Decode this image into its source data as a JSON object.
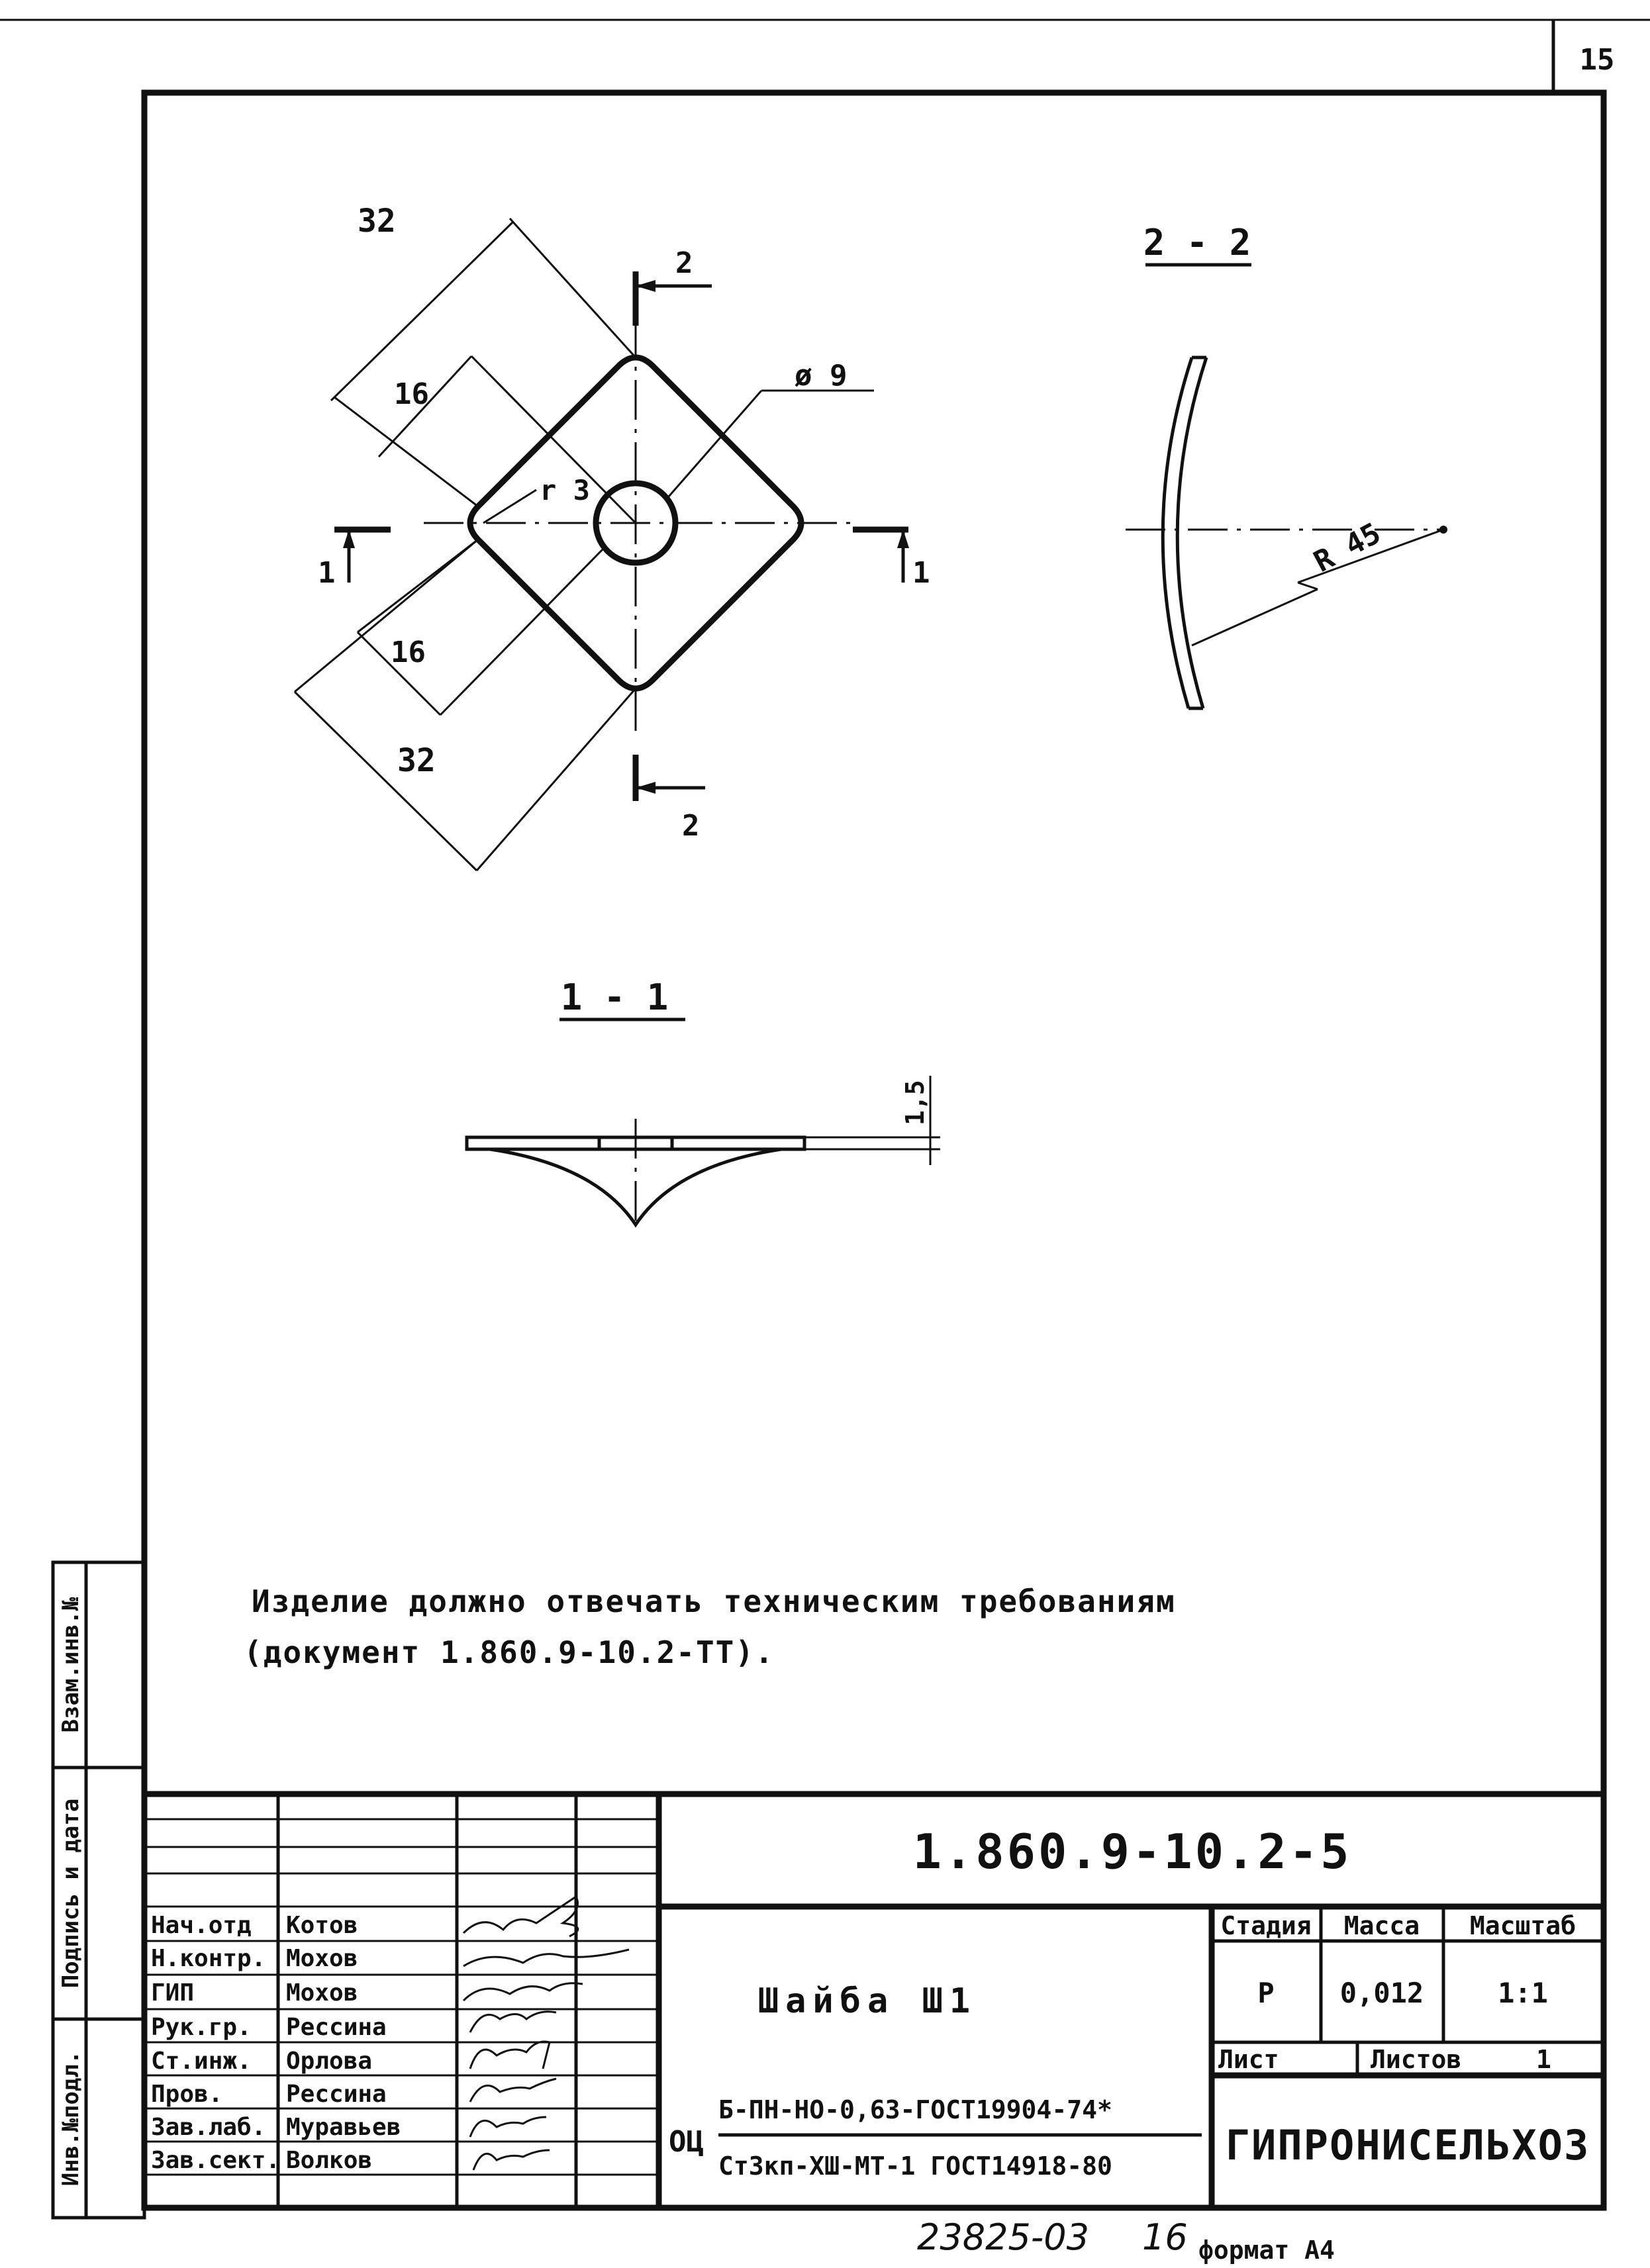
{
  "sheet_number": "15",
  "drawing": {
    "section_2_title": "2 - 2",
    "section_1_title": "1 - 1",
    "cut_label_1": "1",
    "cut_label_2": "2",
    "dim_32": "32",
    "dim_16": "16",
    "dim_hole": "ø 9",
    "dim_r3": "r 3",
    "dim_radius": "R 45",
    "dim_thickness": "1,5"
  },
  "note": {
    "line1": "Изделие должно отвечать техническим требованиям",
    "line2": "(документ 1.860.9-10.2-ТТ)."
  },
  "side_stamp": {
    "vzam": "Взам.инв.№",
    "podpis": "Подпись и дата",
    "inv": "Инв.№подл."
  },
  "title_block": {
    "doc_code": "1.860.9-10.2-5",
    "part_name": "Шайба Ш1",
    "roles": [
      "Нач.отд",
      "Н.контр.",
      "ГИП",
      "Рук.гр.",
      "Ст.инж.",
      "Пров.",
      "Зав.лаб.",
      "Зав.сект."
    ],
    "names": [
      "Котов",
      "Мохов",
      "Мохов",
      "Рессина",
      "Орлова",
      "Рессина",
      "Муравьев",
      "Волков"
    ],
    "stage_label": "Стадия",
    "mass_label": "Масса",
    "scale_label": "Масштаб",
    "stage_value": "Р",
    "mass_value": "0,012",
    "scale_value": "1:1",
    "sheet_label": "Лист",
    "sheets_label": "Листов",
    "sheets_value": "1",
    "material_prefix": "ОЦ",
    "material_top": "Б-ПН-НО-0,63-ГОСТ19904-74*",
    "material_bottom": "Ст3кп-ХШ-МТ-1 ГОСТ14918-80",
    "organization": "ГИПРОНИСЕЛЬХОЗ"
  },
  "footer": {
    "number": "23825-03",
    "page": "16",
    "format": "формат А4"
  }
}
